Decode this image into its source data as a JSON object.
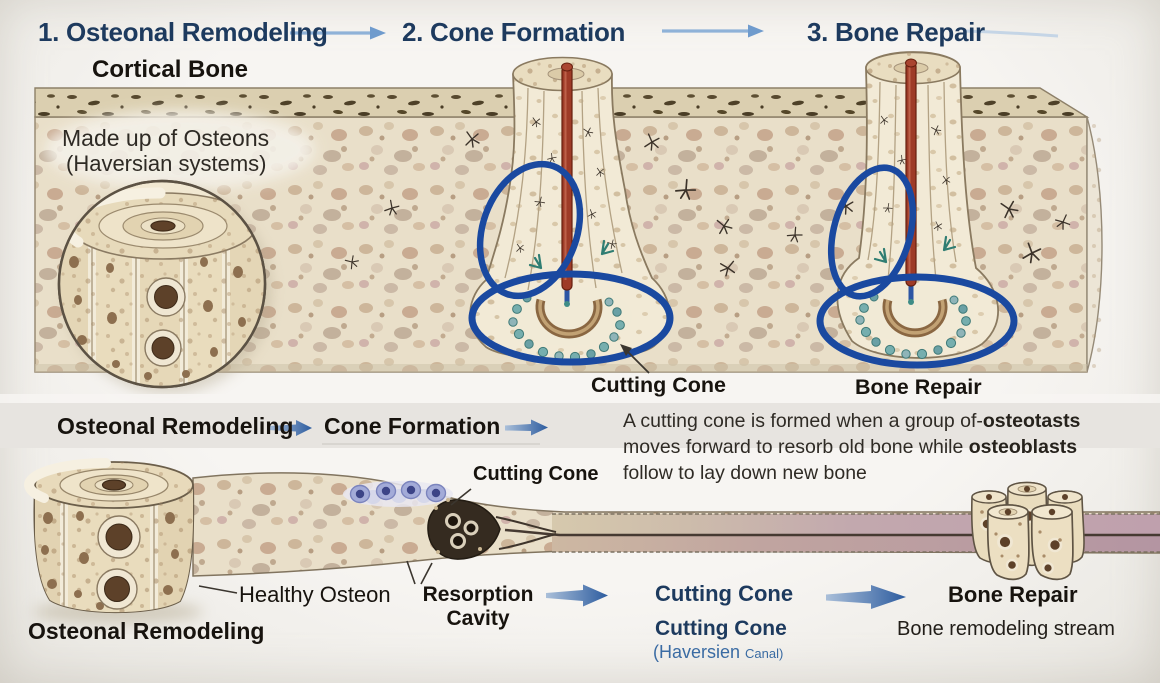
{
  "colors": {
    "accent_navy": "#1d3a5e",
    "header_arrow_blue": "#7aa5d2",
    "steel_arrow_blue": "#2d5c9f",
    "bone_beige": "#e9dfc9",
    "highlight_ring_blue": "#1a49a0",
    "vessel_red": "#9e3b27",
    "osteoclast_teal": "#76aeae",
    "stream_mauve": "#bb9aa6"
  },
  "header": {
    "step1": "1. Osteonal Remodeling",
    "step2": "2. Cone Formation",
    "step3": "3. Bone Repair"
  },
  "top_panel": {
    "cortical_bone_label": "Cortical Bone",
    "osteons_caption_line1": "Made up of Osteons",
    "osteons_caption_line2": "(Haversian systems)",
    "cutting_cone_label": "Cutting Cone",
    "bone_repair_label": "Bone Repair"
  },
  "middle_band": {
    "step1": "Osteonal Remodeling",
    "step2": "Cone Formation",
    "description": {
      "line1_a": "A cutting cone is formed when a group of-",
      "line1_b": "osteotasts",
      "line2_a": "moves forward to resorb old bone while ",
      "line2_b": "osteoblasts",
      "line3": "follow to lay down new bone"
    }
  },
  "bottom_panel": {
    "cutting_cone_pointer_label": "Cutting Cone",
    "healthy_osteon_label": "Healthy Osteon",
    "osteonal_remodeling_label": "Osteonal Remodeling",
    "resorption_cavity_line1": "Resorption",
    "resorption_cavity_line2": "Cavity",
    "cutting_cone_step": "Cutting Cone",
    "bone_repair_step": "Bone Repair",
    "cutting_cone_sub": "Cutting Cone",
    "haversian_canal_main": "(Haversien",
    "haversian_canal_small": "Canal)",
    "bone_remodeling_stream_label": "Bone remodeling stream"
  }
}
